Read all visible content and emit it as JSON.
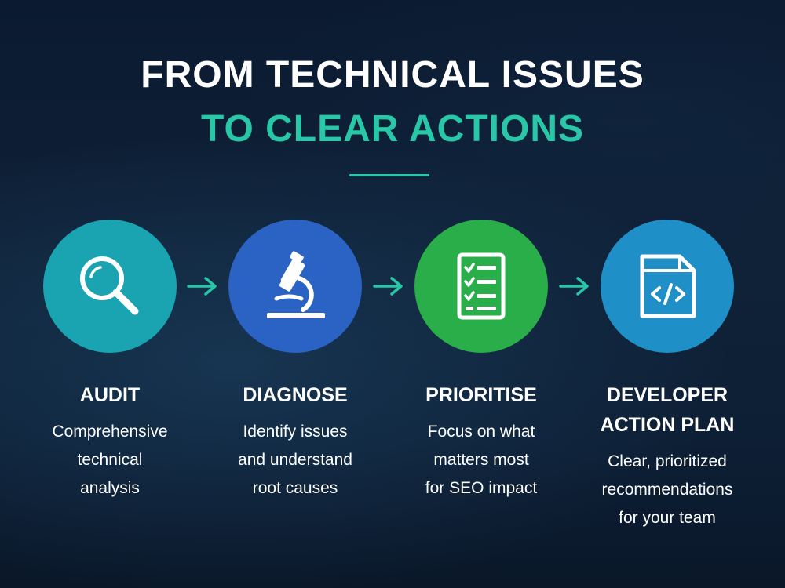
{
  "title": {
    "line1": "FROM TECHNICAL ISSUES",
    "line2": "TO CLEAR ACTIONS"
  },
  "colors": {
    "background": "#0c1a2e",
    "accent": "#27c7a8",
    "audit": "#1aa3b0",
    "diagnose": "#2a63c4",
    "prioritise": "#2aae4a",
    "developer": "#1f8fc7"
  },
  "steps": [
    {
      "title_lines": [
        "AUDIT"
      ],
      "desc_lines": [
        "Comprehensive",
        "technical",
        "analysis"
      ],
      "icon": "magnifier-icon"
    },
    {
      "title_lines": [
        "DIAGNOSE"
      ],
      "desc_lines": [
        "Identify issues",
        "and understand",
        "root causes"
      ],
      "icon": "microscope-icon"
    },
    {
      "title_lines": [
        "PRIORITISE"
      ],
      "desc_lines": [
        "Focus on what",
        "matters most",
        "for SEO impact"
      ],
      "icon": "checklist-icon"
    },
    {
      "title_lines": [
        "DEVELOPER",
        "ACTION PLAN"
      ],
      "desc_lines": [
        "Clear, prioritized",
        "recommendations",
        "for your team"
      ],
      "icon": "code-document-icon"
    }
  ]
}
